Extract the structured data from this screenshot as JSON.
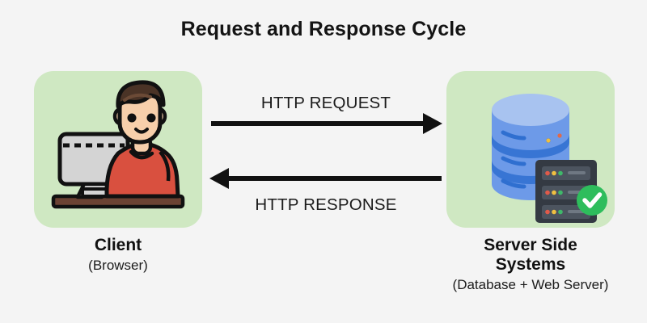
{
  "page": {
    "title": "Request and Response Cycle",
    "background_color": "#f4f4f4"
  },
  "colors": {
    "panel_green": "#cfe8c2",
    "arrow_black": "#111111",
    "database_blue": "#6d9ae8",
    "database_blue_light": "#a8c3f0",
    "database_blue_dark": "#2f6fd0",
    "server_rack_dark": "#343a43",
    "check_green": "#2ebd5c",
    "shirt_red": "#d9503f",
    "skin": "#f7cfab",
    "hair_brown": "#4a3326",
    "desk_brown": "#6b4233",
    "monitor_gray": "#d4d4d4"
  },
  "client": {
    "panel_name": "client-panel",
    "illustration": "person-at-computer-illustration",
    "caption": "Client",
    "sub_caption": "(Browser)"
  },
  "server": {
    "panel_name": "server-panel",
    "illustration": "database-server-illustration",
    "caption_line1": "Server Side",
    "caption_line2": "Systems",
    "sub_caption": "(Database + Web Server)",
    "status_icon": "check-circle-icon"
  },
  "arrows": [
    {
      "id": "request",
      "label": "HTTP REQUEST",
      "direction": "right",
      "icon": "arrow-right-icon"
    },
    {
      "id": "response",
      "label": "HTTP RESPONSE",
      "direction": "left",
      "icon": "arrow-left-icon"
    }
  ]
}
